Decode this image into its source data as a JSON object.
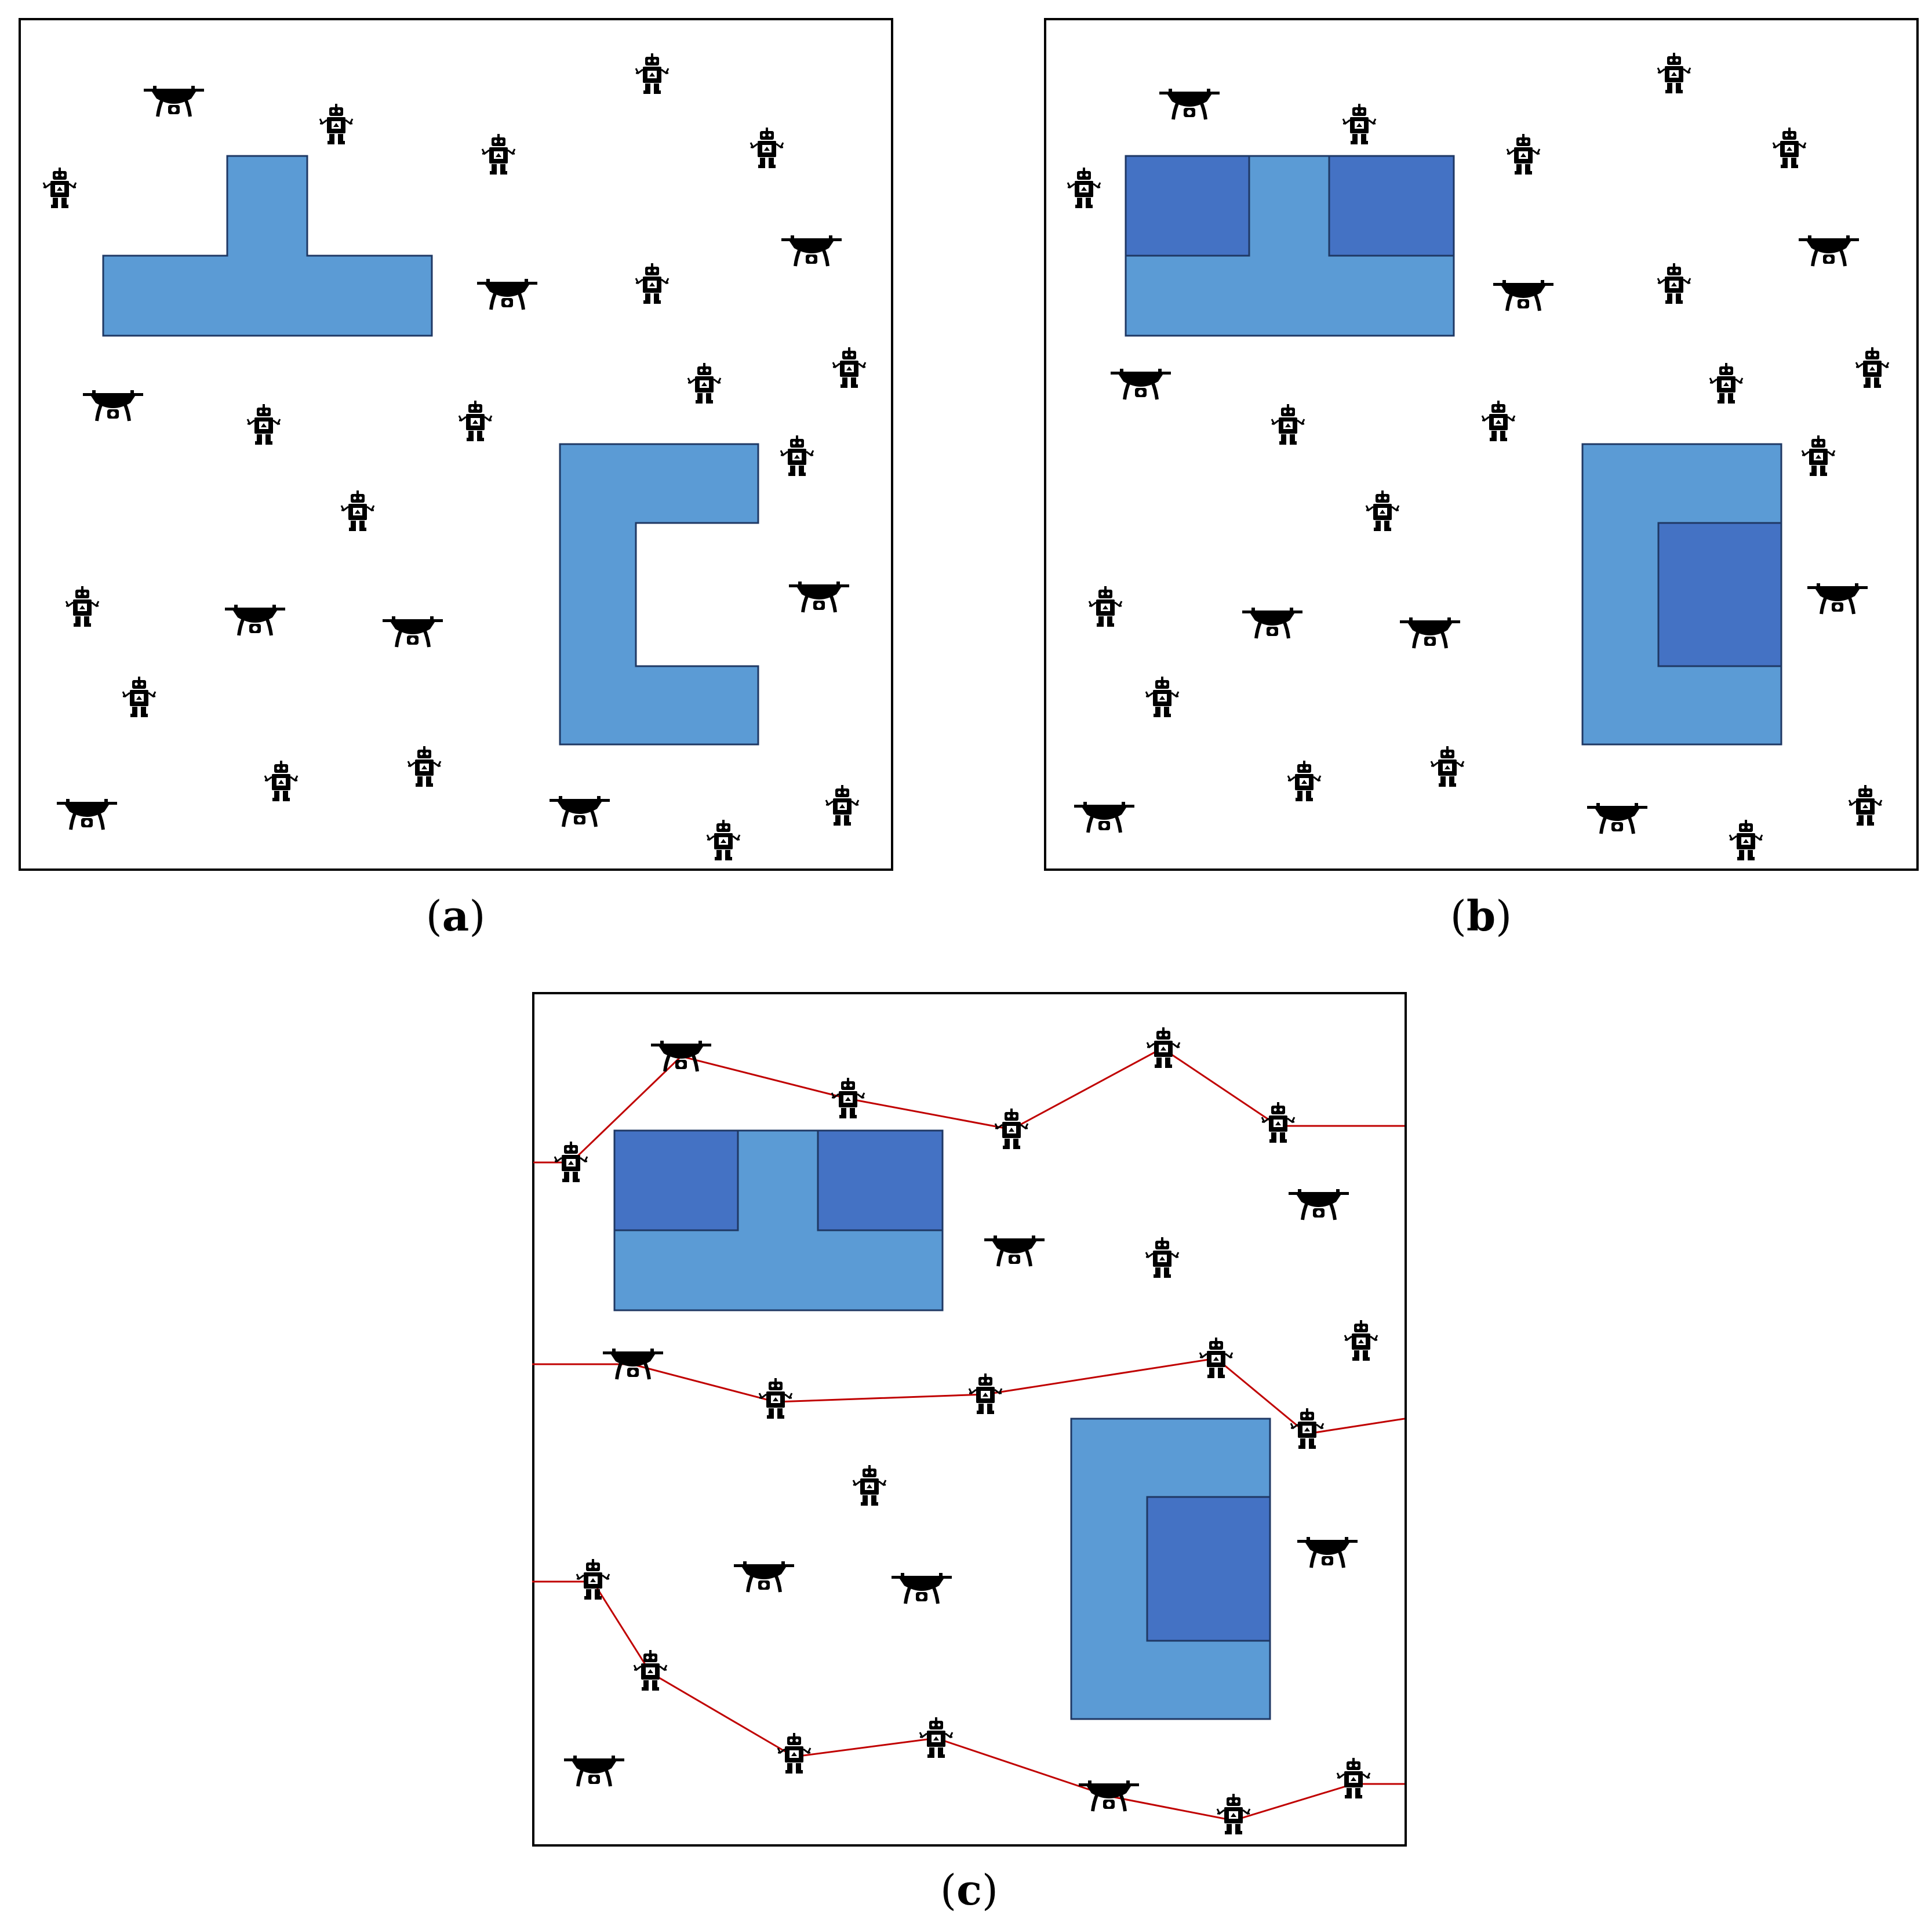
{
  "colors": {
    "obstacle_light": "#5b9bd5",
    "obstacle_dark": "#4472c4",
    "obstacle_stroke": "#1f3864",
    "route_line": "#c00000",
    "frame": "#000000",
    "icon": "#000000"
  },
  "icons": {
    "drone": "drone-icon",
    "robot": "robot-icon"
  },
  "panels": [
    {
      "key": "a",
      "caption": {
        "open": "(",
        "label": "a",
        "close": ")"
      }
    },
    {
      "key": "b",
      "caption": {
        "open": "(",
        "label": "b",
        "close": ")"
      }
    },
    {
      "key": "c",
      "caption": {
        "open": "(",
        "label": "c",
        "close": ")"
      }
    }
  ]
}
